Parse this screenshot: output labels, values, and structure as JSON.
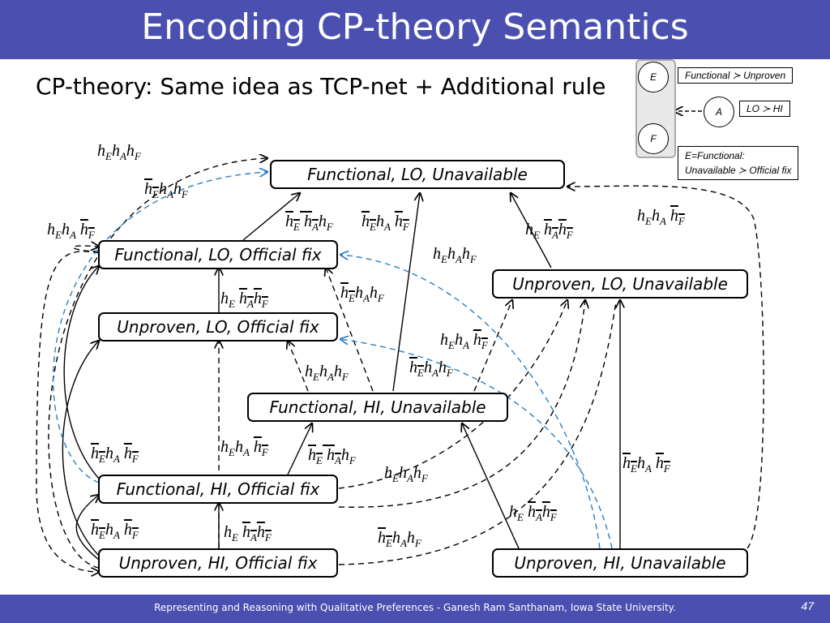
{
  "title": "Encoding CP-theory Semantics",
  "subtitle": "CP-theory: Same idea as TCP-net + Additional rule",
  "footer": "Representing and Reasoning with Qualitative Preferences  - Ganesh Ram Santhanam, Iowa State University.",
  "page_number": "47",
  "legend": {
    "node_E": "E",
    "node_A": "A",
    "node_F": "F",
    "pref_E": "Functional ≻ Unproven",
    "pref_A": "LO ≻ HI",
    "cond_line1": "E=Functional:",
    "cond_line2": "Unavailable ≻ Official fix"
  },
  "nodes": {
    "func_lo_unavail": "Functional, LO, Unavailable",
    "func_lo_fix": "Functional, LO, Official fix",
    "unprov_lo_unavail": "Unproven, LO, Unavailable",
    "unprov_lo_fix": "Unproven, LO, Official fix",
    "func_hi_unavail": "Functional, HI, Unavailable",
    "func_hi_fix": "Functional, HI, Official fix",
    "unprov_hi_fix": "Unproven, HI, Official fix",
    "unprov_hi_unavail": "Unproven, HI, Unavailable"
  },
  "colors": {
    "bar": "#4a4fb0",
    "blue_edge": "#2a7fc4"
  }
}
